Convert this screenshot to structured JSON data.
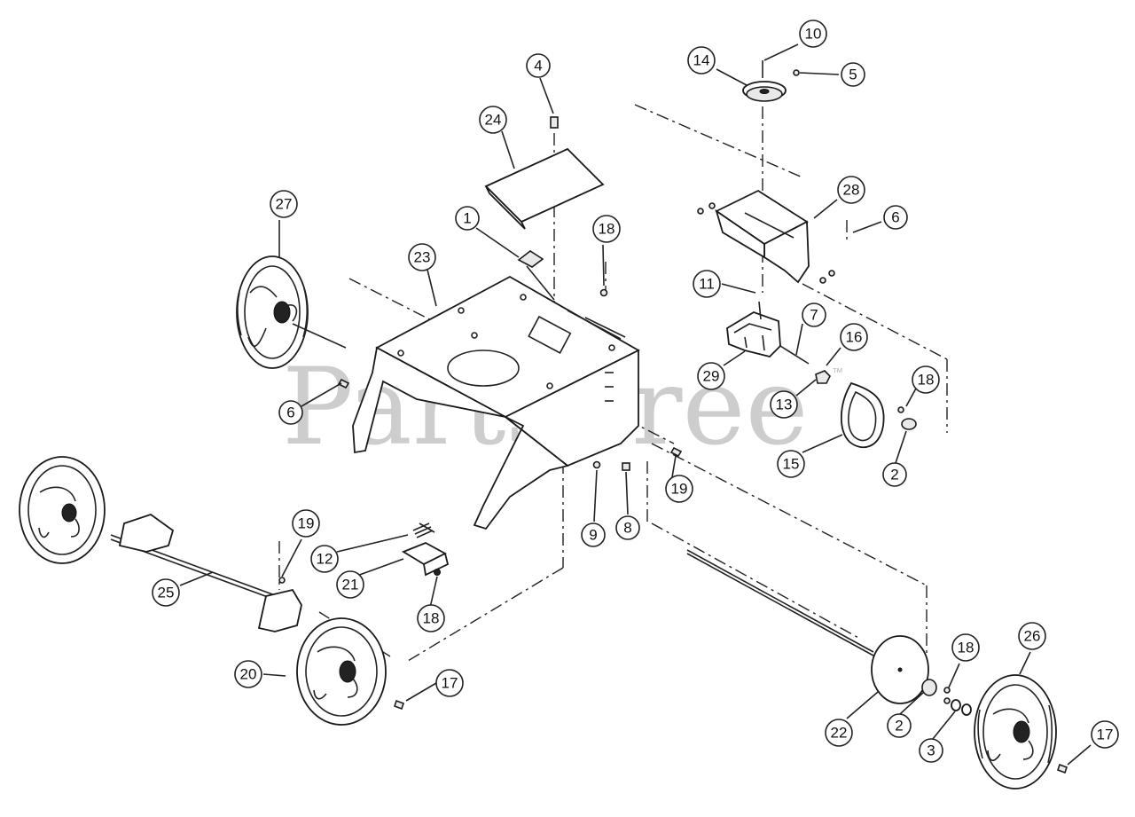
{
  "watermark": {
    "brand": "PartsTree",
    "trademark": "™"
  },
  "callout_labels": {
    "c1": "1",
    "c2": "2",
    "c3": "3",
    "c4": "4",
    "c5": "5",
    "c6": "6",
    "c7": "7",
    "c8": "8",
    "c9": "9",
    "c10": "10",
    "c11": "11",
    "c12": "12",
    "c13": "13",
    "c14": "14",
    "c15": "15",
    "c16": "16",
    "c17": "17",
    "c18": "18",
    "c19": "19",
    "c20": "20",
    "c21": "21",
    "c22": "22",
    "c23": "23",
    "c24": "24",
    "c25": "25",
    "c26": "26",
    "c27": "27",
    "c28": "28",
    "c29": "29"
  }
}
